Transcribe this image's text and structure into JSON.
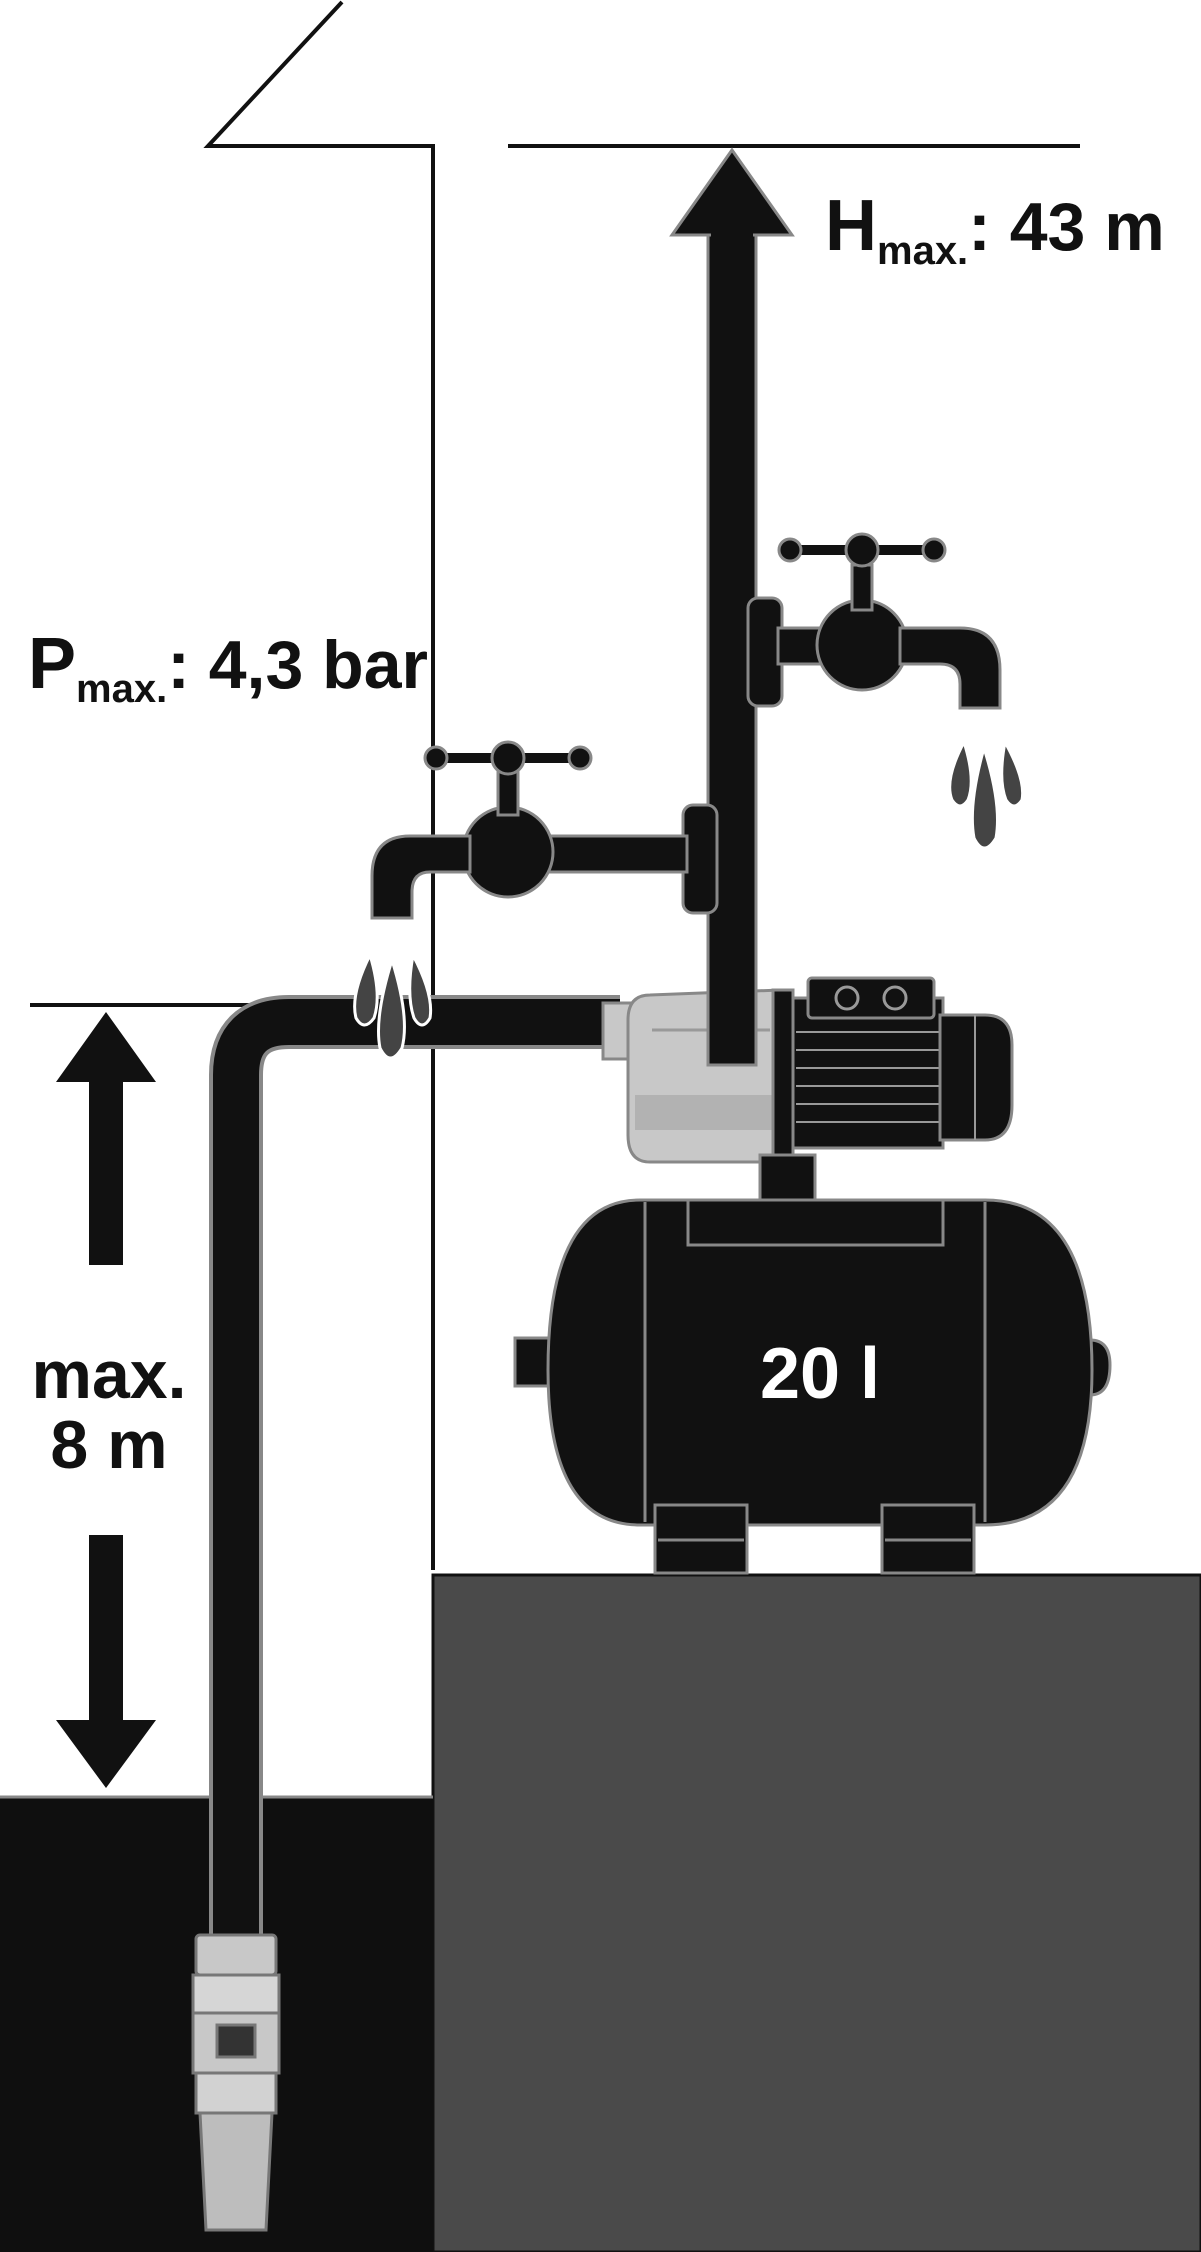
{
  "labels": {
    "h_main": "H",
    "h_sub": "max.",
    "h_value": ": 43 m",
    "p_main": "P",
    "p_sub": "max.",
    "p_value": ": 4,3 bar",
    "depth_line1": "max.",
    "depth_line2": "8 m",
    "tank_volume": "20 l"
  },
  "colors": {
    "black": "#111111",
    "water": "#0f0f0f",
    "floor": "#4a4a4a",
    "pump_gray": "#c8c8c8",
    "outline": "#8a8a8a"
  }
}
